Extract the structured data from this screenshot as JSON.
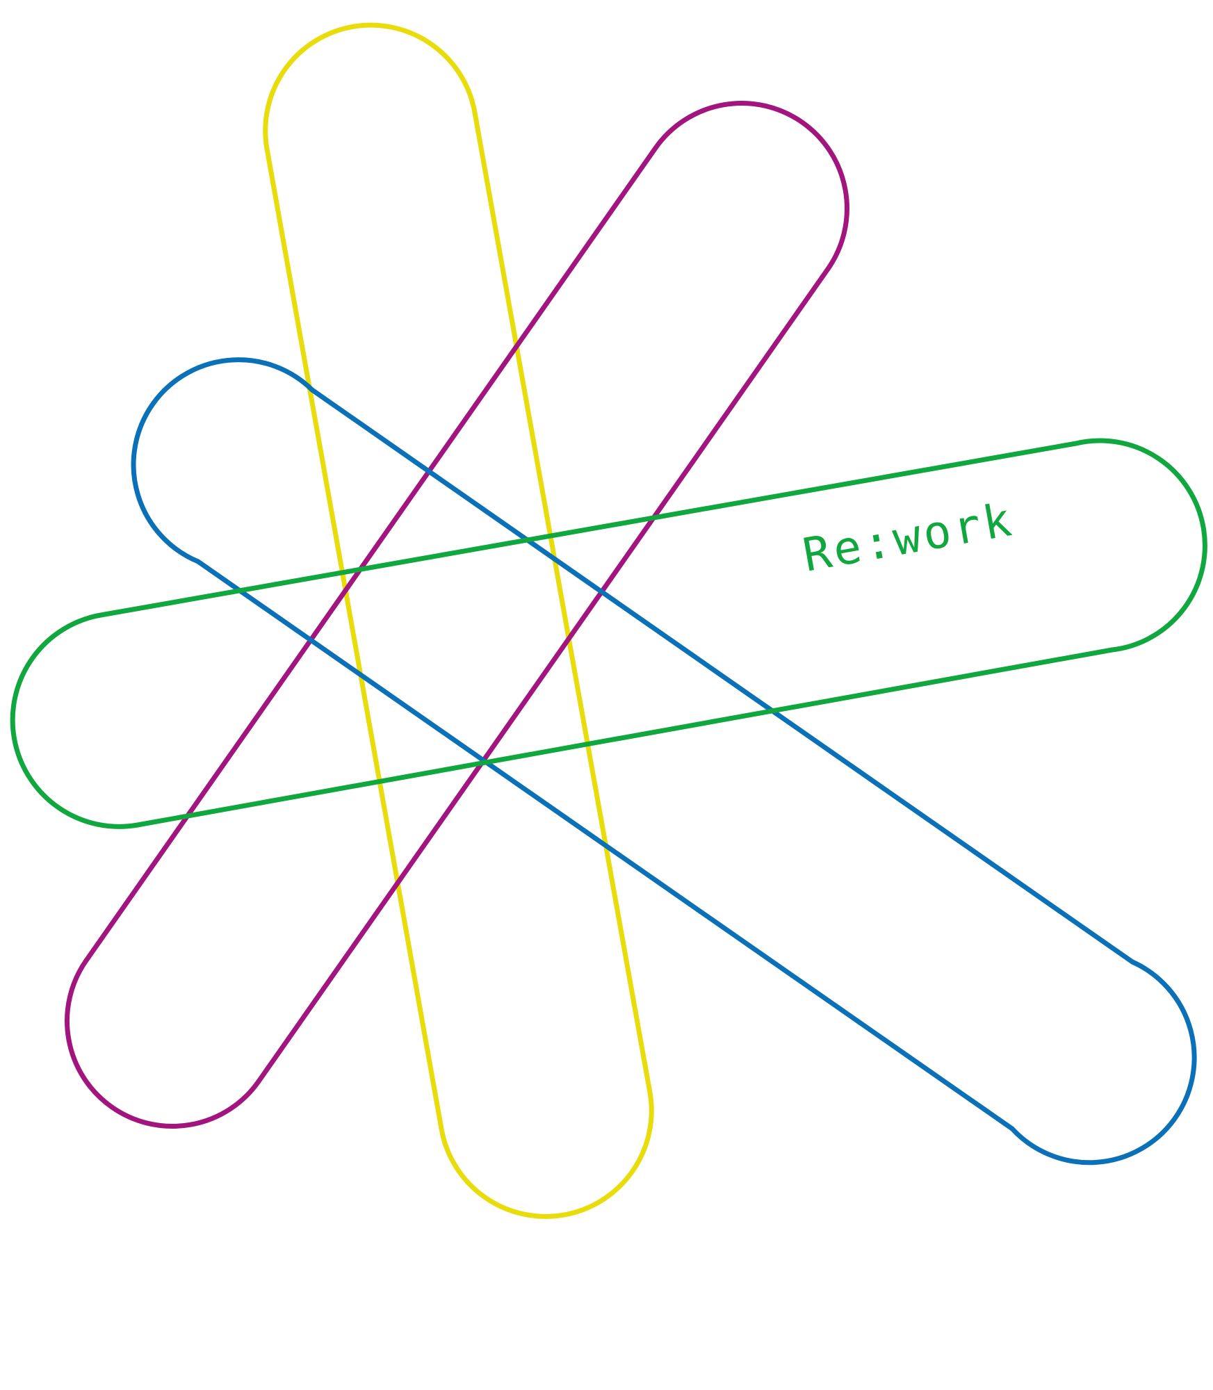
{
  "logo": {
    "wordmark": "Re:work",
    "colors": {
      "yellow": "#E8DC0A",
      "magenta": "#A3157E",
      "blue": "#0A70B8",
      "green": "#10A83E",
      "background": "#FFFFFF"
    },
    "shapes": [
      {
        "name": "yellow-pill-outline",
        "color_key": "yellow"
      },
      {
        "name": "magenta-pill-outline",
        "color_key": "magenta"
      },
      {
        "name": "blue-pill-outline",
        "color_key": "blue"
      },
      {
        "name": "green-pill-outline",
        "color_key": "green"
      }
    ]
  }
}
